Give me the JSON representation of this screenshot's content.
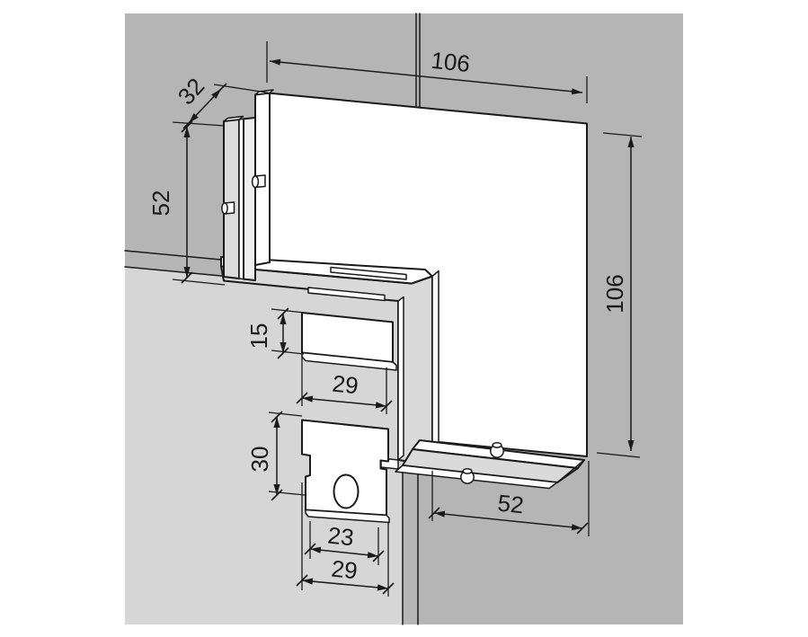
{
  "drawing": {
    "kind": "technical dimension drawing",
    "subject": "glass corner patch fitting on glass panels",
    "colors": {
      "wall_panel": "#b5b5b5",
      "side_glass_panel": "#d6d6d6",
      "fitting_face": "#dadada",
      "outline": "#1a1a1a",
      "fitting_white": "#ffffff"
    }
  },
  "dimensions": {
    "top_width": "106",
    "fitting_depth": "32",
    "side_plate_height": "52",
    "insert_block_height": "15",
    "insert_block_width": "29",
    "base_plate_height": "30",
    "base_plate_inner_width": "23",
    "base_plate_outer_width": "29",
    "bottom_plate_length": "52",
    "right_height": "106"
  }
}
